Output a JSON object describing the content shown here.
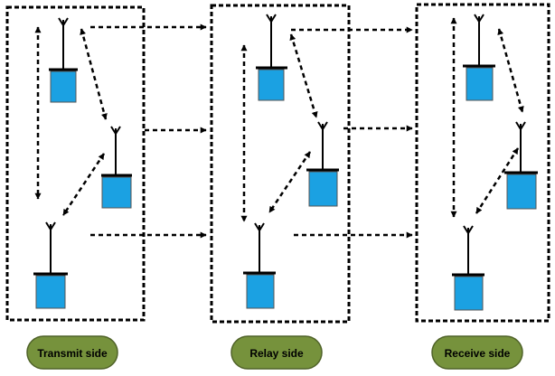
{
  "panels": [
    {
      "id": "transmit",
      "label": "Transmit side"
    },
    {
      "id": "relay",
      "label": "Relay side"
    },
    {
      "id": "receive",
      "label": "Receive side"
    }
  ],
  "colors": {
    "node_fill": "#1ba1e2",
    "label_fill": "#76923c",
    "label_stroke": "#4f6228",
    "line": "#000000"
  }
}
